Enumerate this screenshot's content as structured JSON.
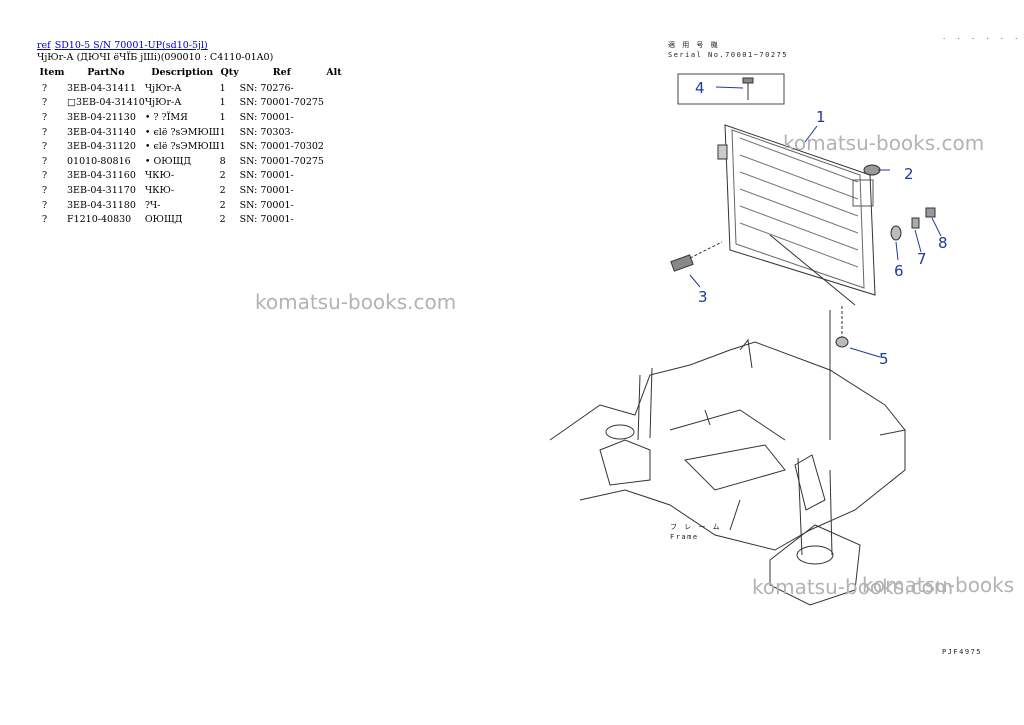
{
  "header": {
    "ref_link": "ref",
    "model_link": "SD10-5 S/N 70001-UP(sd10-5jl)"
  },
  "subtitle": "ЧјЮr-А (ДЮЧІ ёЧЇБ јШі)(090010 : C4110-01A0)",
  "table": {
    "headers": {
      "item": "Item",
      "part_no": "PartNo",
      "description": "Description",
      "qty": "Qty",
      "ref": "Ref",
      "alt": "Alt"
    },
    "rows": [
      {
        "item": "?",
        "part_no": "3EB-04-31411",
        "description": "ЧјЮr-А",
        "qty": "1",
        "ref": "SN: 70276-",
        "alt": ""
      },
      {
        "item": "?",
        "part_no": "□3EB-04-31410",
        "description": "ЧјЮr-А",
        "qty": "1",
        "ref": "SN: 70001-70275",
        "alt": ""
      },
      {
        "item": "?",
        "part_no": "3EB-04-21130",
        "description": "• ? ?ЇМЯ",
        "qty": "1",
        "ref": "SN: 70001-",
        "alt": ""
      },
      {
        "item": "?",
        "part_no": "3EB-04-31140",
        "description": "• єlё ?sЭМЮШ",
        "qty": "1",
        "ref": "SN: 70303-",
        "alt": ""
      },
      {
        "item": "?",
        "part_no": "3EB-04-31120",
        "description": "• єlё ?sЭМЮШ",
        "qty": "1",
        "ref": "SN: 70001-70302",
        "alt": ""
      },
      {
        "item": "?",
        "part_no": "01010-80816",
        "description": "• ОЮЩД",
        "qty": "8",
        "ref": "SN: 70001-70275",
        "alt": ""
      },
      {
        "item": "?",
        "part_no": "3EB-04-31160",
        "description": "ЧКЮ-",
        "qty": "2",
        "ref": "SN: 70001-",
        "alt": ""
      },
      {
        "item": "?",
        "part_no": "3EB-04-31170",
        "description": "ЧКЮ-",
        "qty": "2",
        "ref": "SN: 70001-",
        "alt": ""
      },
      {
        "item": "?",
        "part_no": "3EB-04-31180",
        "description": "?Ч-",
        "qty": "2",
        "ref": "SN: 70001-",
        "alt": ""
      },
      {
        "item": "?",
        "part_no": "F1210-40830",
        "description": "ОЮЩД",
        "qty": "2",
        "ref": "SN: 70001-",
        "alt": ""
      }
    ]
  },
  "watermarks": [
    "komatsu-books.com",
    "komatsu-books.com",
    "komatsu-books.com",
    "komatsu-books"
  ],
  "diagram": {
    "serial_jp": "適 用 号 機",
    "serial_label": "Serial No.70001~70275",
    "frame_jp": "フ レ ー ム",
    "frame_label": "Frame",
    "figure_code": "PJF4975",
    "corner_dots": ". . . . . .",
    "callouts": [
      "1",
      "2",
      "3",
      "4",
      "5",
      "6",
      "7",
      "8"
    ],
    "callout_color": "#1f3a9a"
  }
}
